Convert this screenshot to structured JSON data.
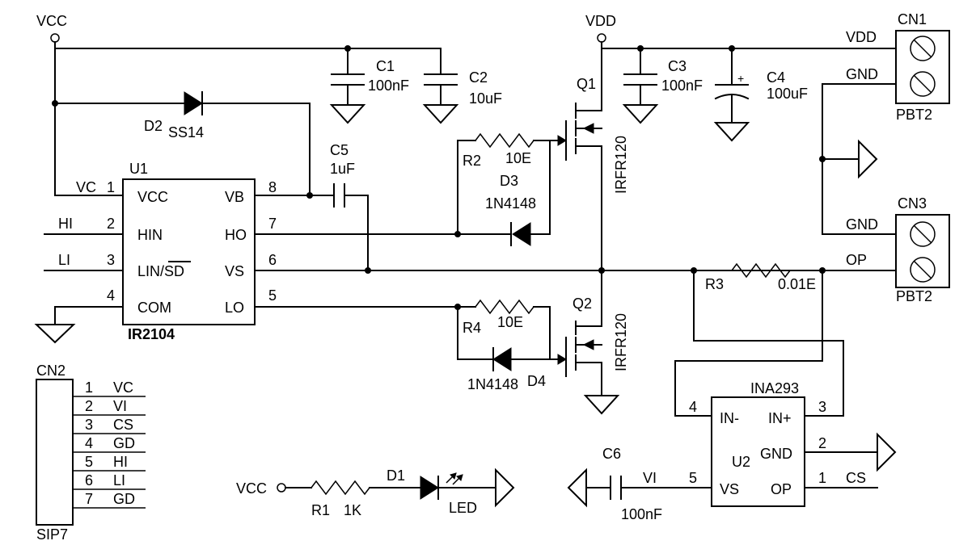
{
  "power": {
    "vcc": "VCC",
    "vdd": "VDD"
  },
  "u1": {
    "ref": "U1",
    "part": "IR2104",
    "pins_left": [
      {
        "num": "1",
        "name": "VCC",
        "net": "VC"
      },
      {
        "num": "2",
        "name": "HIN",
        "net": "HI"
      },
      {
        "num": "3",
        "name": "LIN/SD",
        "net": "LI"
      },
      {
        "num": "4",
        "name": "COM",
        "net": ""
      }
    ],
    "pins_right": [
      {
        "num": "8",
        "name": "VB"
      },
      {
        "num": "7",
        "name": "HO"
      },
      {
        "num": "6",
        "name": "VS"
      },
      {
        "num": "5",
        "name": "LO"
      }
    ]
  },
  "capacitors": {
    "c1": {
      "ref": "C1",
      "value": "100nF"
    },
    "c2": {
      "ref": "C2",
      "value": "10uF"
    },
    "c3": {
      "ref": "C3",
      "value": "100nF"
    },
    "c4": {
      "ref": "C4",
      "value": "100uF",
      "polarity": "+"
    },
    "c5": {
      "ref": "C5",
      "value": "1uF"
    },
    "c6": {
      "ref": "C6",
      "value": "100nF"
    }
  },
  "diodes": {
    "d1": {
      "ref": "D1",
      "value": "LED"
    },
    "d2": {
      "ref": "D2",
      "value": "SS14"
    },
    "d3": {
      "ref": "D3",
      "value": "1N4148"
    },
    "d4": {
      "ref": "D4",
      "value": "1N4148"
    }
  },
  "resistors": {
    "r1": {
      "ref": "R1",
      "value": "1K"
    },
    "r2": {
      "ref": "R2",
      "value": "10E"
    },
    "r3": {
      "ref": "R3",
      "value": "0.01E"
    },
    "r4": {
      "ref": "R4",
      "value": "10E"
    }
  },
  "mosfets": {
    "q1": {
      "ref": "Q1",
      "part": "IRFR120"
    },
    "q2": {
      "ref": "Q2",
      "part": "IRFR120"
    }
  },
  "cn1": {
    "ref": "CN1",
    "part": "PBT2",
    "pins": [
      "VDD",
      "GND"
    ]
  },
  "cn3": {
    "ref": "CN3",
    "part": "PBT2",
    "pins": [
      "GND",
      "OP"
    ]
  },
  "cn2": {
    "ref": "CN2",
    "part": "SIP7",
    "pins": [
      {
        "num": "1",
        "net": "VC"
      },
      {
        "num": "2",
        "net": "VI"
      },
      {
        "num": "3",
        "net": "CS"
      },
      {
        "num": "4",
        "net": "GD"
      },
      {
        "num": "5",
        "net": "HI"
      },
      {
        "num": "6",
        "net": "LI"
      },
      {
        "num": "7",
        "net": "GD"
      }
    ]
  },
  "u2": {
    "ref": "U2",
    "part": "INA293",
    "pins": [
      {
        "num": "4",
        "name": "IN-"
      },
      {
        "num": "3",
        "name": "IN+"
      },
      {
        "num": "2",
        "name": "GND"
      },
      {
        "num": "5",
        "name": "VS"
      },
      {
        "num": "1",
        "name": "OP"
      }
    ]
  },
  "nets": {
    "vi": "VI",
    "cs": "CS",
    "vcc_led": "VCC"
  }
}
